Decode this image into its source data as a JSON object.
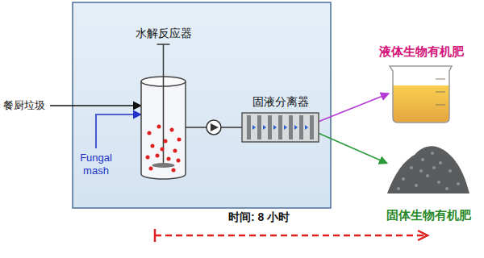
{
  "diagram": {
    "nodes": [
      {
        "text": [
          "餐厨垃圾"
        ]
      },
      {
        "text": [
          "Fungal mash"
        ]
      },
      {
        "text": [
          "水解反应器"
        ]
      },
      {
        "text": [
          "固液分离器"
        ]
      },
      {
        "text": [
          "液体生物有机肥"
        ]
      },
      {
        "text": [
          "固体生物有机肥"
        ]
      }
    ],
    "edges": [
      {
        "from": 0,
        "to": 2,
        "arrow": "to"
      },
      {
        "from": 1,
        "to": 2,
        "arrow": "to"
      },
      {
        "from": 2,
        "to": 3,
        "arrow": "none"
      },
      {
        "from": 3,
        "to": 4,
        "arrow": "to"
      },
      {
        "from": 3,
        "to": 5,
        "arrow": "to"
      }
    ],
    "labels": [
      "时间: 8 小时"
    ]
  }
}
